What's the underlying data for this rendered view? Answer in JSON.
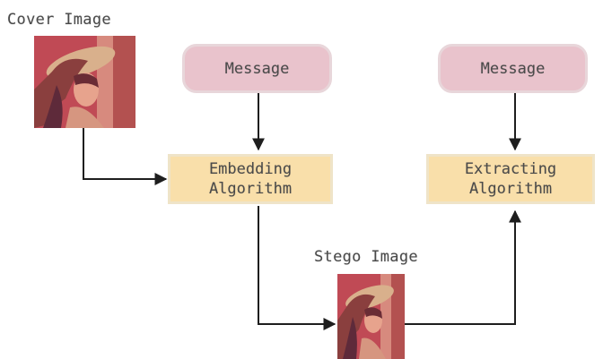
{
  "cover_label": "Cover Image",
  "stego_label": "Stego Image",
  "message_left": "Message",
  "message_right": "Message",
  "embedding": {
    "line1": "Embedding",
    "line2": "Algorithm"
  },
  "extracting": {
    "line1": "Extracting",
    "line2": "Algorithm"
  },
  "colors": {
    "message_fill": "#e9c3cc",
    "message_border": "#e8d6da",
    "algorithm_fill": "#f9dfaa",
    "algorithm_border": "#efe4c8",
    "arrow": "#1e1e1e",
    "text": "#4a4a4a"
  }
}
